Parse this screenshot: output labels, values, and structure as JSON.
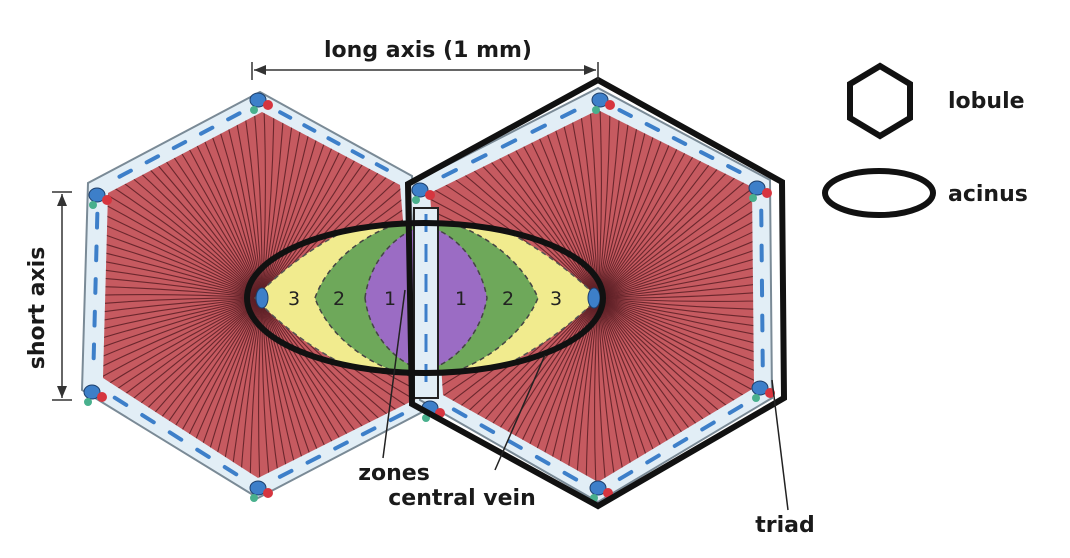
{
  "labels": {
    "long_axis": "long axis (1 mm)",
    "short_axis": "short axis",
    "zones": "zones",
    "central_vein": "central vein",
    "triad": "triad"
  },
  "legend": {
    "lobule": "lobule",
    "acinus": "acinus"
  },
  "zones": {
    "left_outer": "3",
    "left_middle": "2",
    "left_inner": "1",
    "right_inner": "1",
    "right_middle": "2",
    "right_outer": "3"
  },
  "colors": {
    "tissue": "#c65a60",
    "tissue_dark": "#5a1e24",
    "sinusoid_border": "#e2eef6",
    "zone1": "#9b6cc4",
    "zone2": "#6ea85a",
    "zone3": "#f1eb8e",
    "vessel_blue": "#3d7fc9",
    "vessel_red": "#d6353f",
    "outline": "#111111"
  }
}
